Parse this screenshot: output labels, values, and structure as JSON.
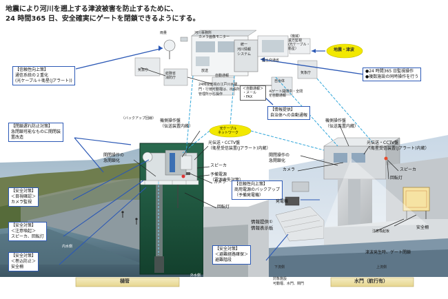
{
  "header": {
    "line1": "地震により河川を遡上する津波被害を防止するために、",
    "line2": "24 時間365 日、安全確実にゲートを閉鎖できるようにする。"
  },
  "center": {
    "radar": "雨量",
    "office": "河川事務所",
    "monitor": "カメラ画像モニター",
    "system": [
      "統一",
      "河川情報",
      "システム"
    ],
    "remote": [
      "（機械）",
      "遠方監視",
      "(光ケーブル・",
      "衛星）"
    ],
    "kisho_top": "気象庁",
    "kokudo": "国土交通省",
    "kisho_left": "気象庁",
    "tsunami_alert": "地震・津波",
    "shobo": [
      "総務省",
      "消防庁"
    ],
    "broadcast": "放送",
    "jidouhotai": "自動通報",
    "notify": [
      "24時間監視の江戸川水閘",
      "門・行徳可動堰は、出張所の",
      "管理所から操作"
    ],
    "auto_report_box": [
      "＜自動通報＞",
      "・メール",
      "・FAX"
    ],
    "jichitai": "自治体",
    "jichitai_note": [
      "※ゲート開閉中・全閉",
      "を自動通報"
    ],
    "info_label": "【情報提供】",
    "info_text": "自治体への自動通報",
    "network": [
      "光ケーブル",
      "ネットワーク"
    ],
    "backup_line": "（バックアップ回線）",
    "box24": [
      "●24 時間365 日監視操作",
      "●複数施設の同時操作を行う"
    ]
  },
  "left_boxes": {
    "reliability": [
      "【信頼性向上策】",
      "通信系統の２重化",
      "(光ケーブル＋衛星(Jアラート))"
    ],
    "delay": [
      "【閉鎖遅れ防止対策】",
      "急閉鎖可能なものに開閉装",
      "置改造"
    ],
    "safety1": [
      "【安全対策】",
      "＜目視確認＞",
      "カメラ監視"
    ],
    "safety2": [
      "【安全対策】",
      "＜注意喚起＞",
      "スピーカ、回転灯"
    ],
    "safety3": [
      "【安全対策】",
      "＜巻込防止＞",
      "安全柵"
    ]
  },
  "left_callouts": {
    "panel": [
      "機側操作盤",
      "（伝送装置内蔵）"
    ],
    "hikari": [
      "光伝送・CCTV盤",
      "（衛星受信装置(Jアラート)内蔵）"
    ],
    "quickclose": [
      "開閉操作の",
      "急開鎖化"
    ],
    "speaker": "スピーカ",
    "power": [
      "予備電源",
      "（電源喪失対策）"
    ],
    "camera": "カメラ",
    "rotlight": "回転灯",
    "inner": "内水側",
    "outer": "外水側",
    "title": "樋管"
  },
  "right_callouts": {
    "panel": [
      "機側操作盤",
      "（伝送装置内蔵）"
    ],
    "hikari": [
      "光伝送・CCTV盤",
      "（衛星受信装置(Jアラート)内蔵）"
    ],
    "quickclose": [
      "開閉操作の",
      "急開鎖化"
    ],
    "camera": "カメラ",
    "speaker": "スピーカ",
    "rotlight": "回転灯",
    "reliability2": [
      "【信頼性向上策】",
      "商用電源のバックアップ",
      "（予備発電機）"
    ],
    "generator": "発電機",
    "info1": [
      "情報提供①",
      "情報表示板"
    ],
    "safetyfence": "安全柵",
    "caution": "注意喚起板",
    "evac": [
      "【安全対策】",
      "＜避難経路確保＞",
      "避難階段"
    ],
    "tsunami_note": "津波発生時、ゲート閉鎖",
    "shimogawa_l": "下流側",
    "shimogawa_r": "上流側",
    "targets": [
      "対象施設",
      "可動堰、水門、閘門"
    ],
    "title": "水門（航行有）"
  },
  "colors": {
    "blue_border": "#2b58b5",
    "green_border": "#3f9e3a",
    "yellow_ellipse": "#f2e800",
    "title_bar": "#f1e4a6",
    "sign_board": "#f6e3a3"
  }
}
